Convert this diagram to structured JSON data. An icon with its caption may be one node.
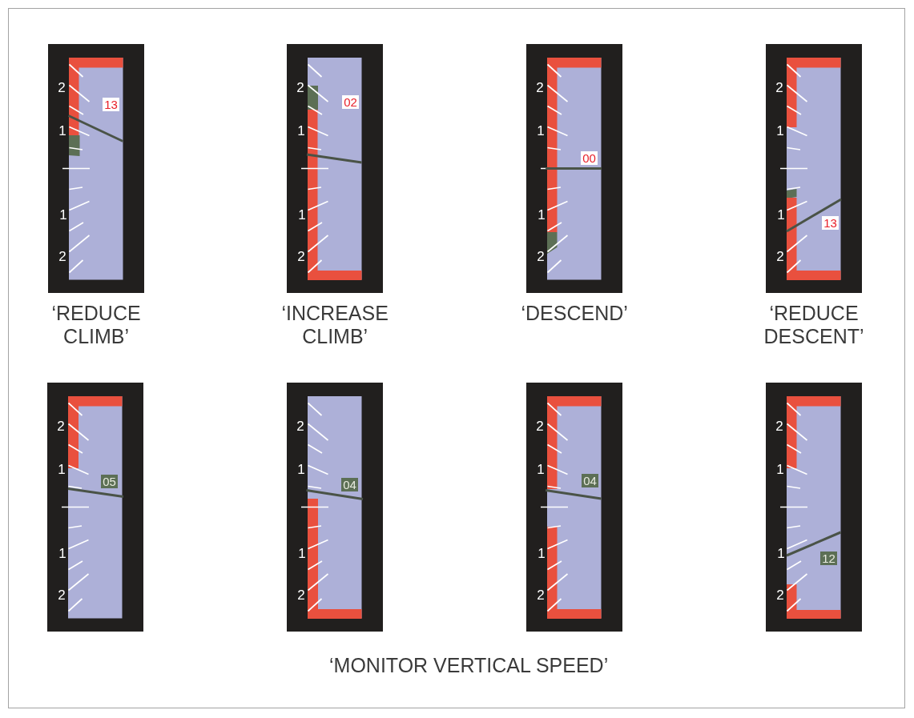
{
  "diagram": {
    "nodes": [
      {
        "text": [
          "2",
          "1",
          "1",
          "2"
        ],
        "beside": [
          "‘REDUCE CLIMB’"
        ]
      },
      {
        "text": [
          "13"
        ],
        "in": 0
      },
      {
        "text": [
          "2",
          "1",
          "1",
          "2"
        ],
        "beside": [
          "‘INCREASE CLIMB’"
        ]
      },
      {
        "text": [
          "02"
        ],
        "in": 2
      },
      {
        "text": [
          "2",
          "1",
          "1",
          "2"
        ],
        "beside": [
          "‘DESCEND’"
        ]
      },
      {
        "text": [
          "00"
        ],
        "in": 4
      },
      {
        "text": [
          "2",
          "1",
          "1",
          "2"
        ],
        "beside": [
          "‘REDUCE DESCENT’"
        ]
      },
      {
        "text": [
          "13"
        ],
        "in": 6
      },
      {
        "text": [
          "2",
          "1",
          "1",
          "2"
        ]
      },
      {
        "text": [
          "05"
        ],
        "in": 8
      },
      {
        "text": [
          "2",
          "1",
          "1",
          "2"
        ]
      },
      {
        "text": [
          "04"
        ],
        "in": 10
      },
      {
        "text": [
          "2",
          "1",
          "1",
          "2"
        ]
      },
      {
        "text": [
          "04"
        ],
        "in": 12
      },
      {
        "text": [
          "2",
          "1",
          "1",
          "2"
        ]
      },
      {
        "text": [
          "12"
        ],
        "in": 14
      }
    ],
    "labels": [
      "‘MONITOR VERTICAL SPEED’"
    ]
  }
}
